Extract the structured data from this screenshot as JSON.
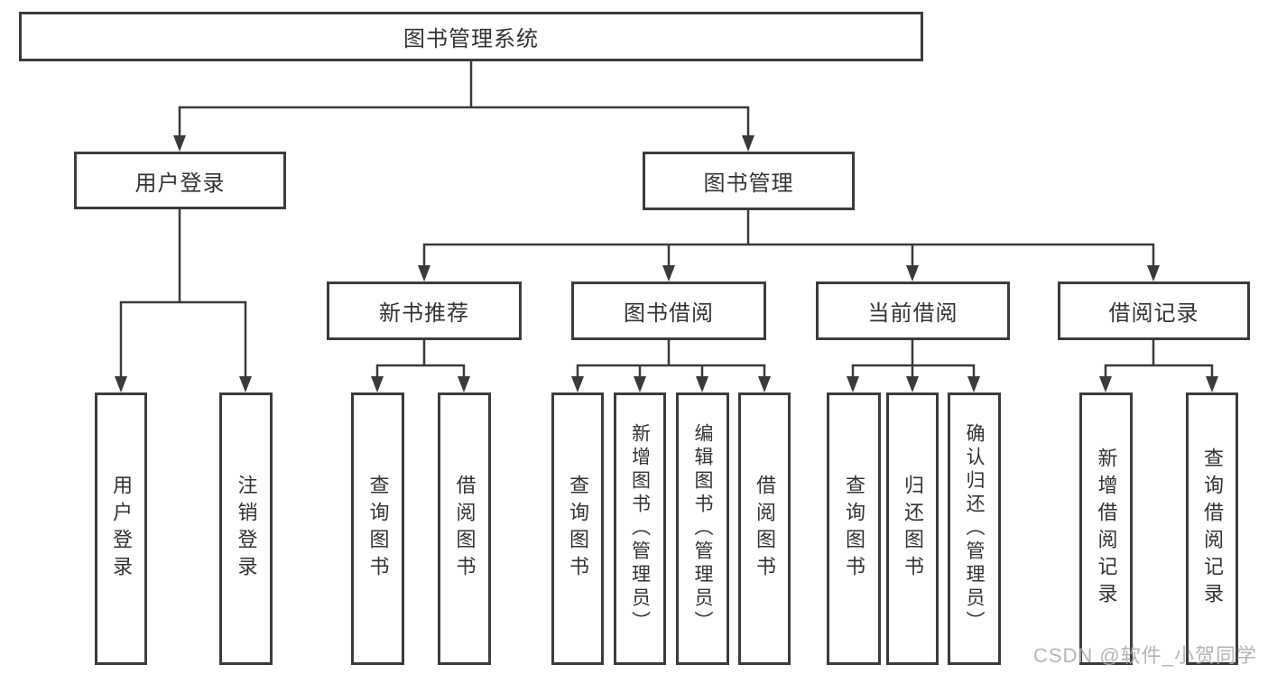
{
  "diagram_type": "hierarchy-tree",
  "colors": {
    "line": "#3a3a3a",
    "border": "#3c3c3c",
    "text": "#333333",
    "background": "#ffffff",
    "watermark": "#acacac"
  },
  "tree": {
    "label": "图书管理系统",
    "children": [
      {
        "label": "用户登录",
        "children": [
          {
            "label": "用户登录"
          },
          {
            "label": "注销登录"
          }
        ]
      },
      {
        "label": "图书管理",
        "children": [
          {
            "label": "新书推荐",
            "children": [
              {
                "label": "查询图书"
              },
              {
                "label": "借阅图书"
              }
            ]
          },
          {
            "label": "图书借阅",
            "children": [
              {
                "label": "查询图书"
              },
              {
                "label": "新增图书（管理员）"
              },
              {
                "label": "编辑图书（管理员）"
              },
              {
                "label": "借阅图书"
              }
            ]
          },
          {
            "label": "当前借阅",
            "children": [
              {
                "label": "查询图书"
              },
              {
                "label": "归还图书"
              },
              {
                "label": "确认归还（管理员）"
              }
            ]
          },
          {
            "label": "借阅记录",
            "children": [
              {
                "label": "新增借阅记录"
              },
              {
                "label": "查询借阅记录"
              }
            ]
          }
        ]
      }
    ]
  },
  "watermark": {
    "text": "CSDN @软件_小贺同学"
  }
}
